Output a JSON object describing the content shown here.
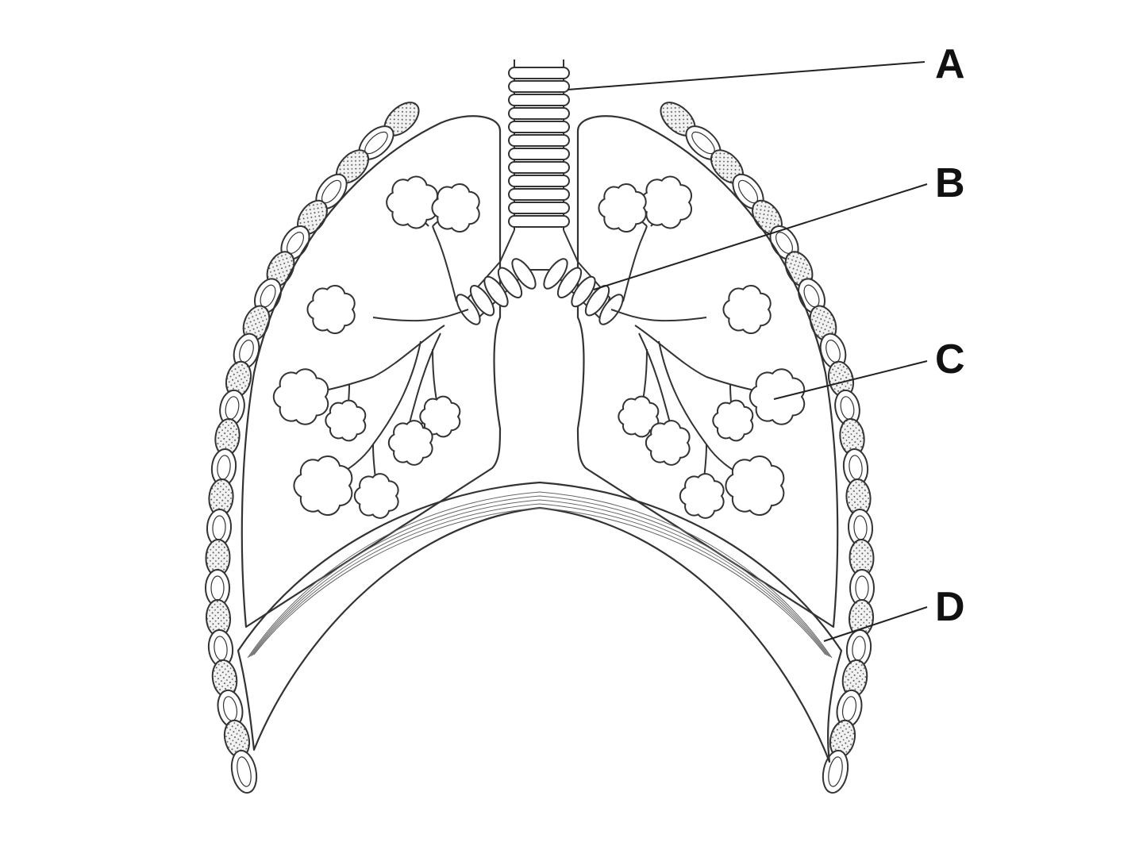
{
  "labels": [
    {
      "id": "A",
      "text": "A"
    },
    {
      "id": "B",
      "text": "B"
    },
    {
      "id": "C",
      "text": "C"
    },
    {
      "id": "D",
      "text": "D"
    }
  ],
  "colors": {
    "line": "#333333",
    "label": "#111111",
    "background": "#ffffff",
    "cartilage_fill": "#efefef"
  }
}
